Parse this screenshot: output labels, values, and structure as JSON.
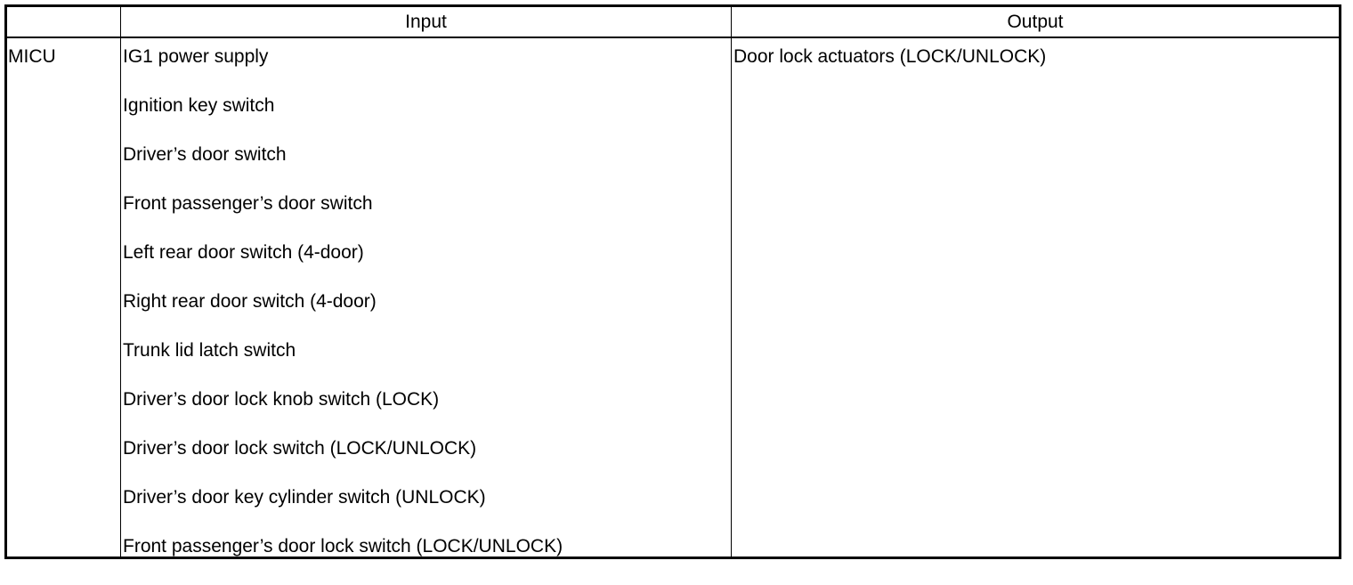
{
  "table": {
    "headers": {
      "corner": "",
      "input": "Input",
      "output": "Output"
    },
    "rows": [
      {
        "unit": "MICU",
        "inputs": [
          "IG1 power supply",
          "Ignition key switch",
          "Driver’s door switch",
          "Front passenger’s door switch",
          "Left rear door switch (4-door)",
          "Right rear door switch (4-door)",
          "Trunk lid latch switch",
          "Driver’s door lock knob switch (LOCK)",
          "Driver’s door lock switch (LOCK/UNLOCK)",
          "Driver’s door key cylinder switch (UNLOCK)",
          "Front passenger’s door lock switch (LOCK/UNLOCK)"
        ],
        "outputs": [
          "Door lock actuators (LOCK/UNLOCK)"
        ]
      }
    ]
  }
}
